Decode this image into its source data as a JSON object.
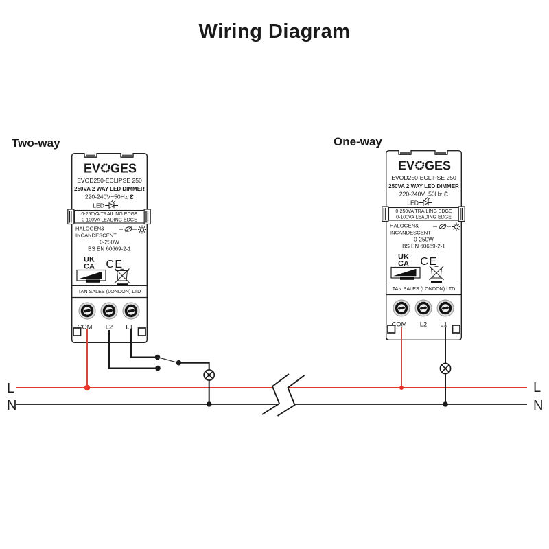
{
  "title": "Wiring Diagram",
  "sections": {
    "left_label": "Two-way",
    "right_label": "One-way"
  },
  "module": {
    "brand_prefix": "EV",
    "brand_suffix": "GES",
    "model": "EVOD250-ECLIPSE 250",
    "type_line": "250VA 2 WAY LED DIMMER",
    "voltage_line": "220-240V~50Hz",
    "energy_symbol": "Ɛ",
    "led_label": "LED",
    "load_box_line1": "0-250VA TRAILING EDGE",
    "load_box_line2": "0-100VA LEADING EDGE",
    "halogen_line1": "HALOGEN&",
    "halogen_line2": "INCANDESCENT",
    "wattage": "0-250W",
    "standard": "BS EN 60669-2-1",
    "ukca_line1": "UK",
    "ukca_line2": "CA",
    "ce_mark": "CE",
    "manufacturer": "TAN SALES (LONDON) LTD",
    "terminals": {
      "com": "COM",
      "l2": "L2",
      "l1": "L1"
    }
  },
  "bus": {
    "live_label_left": "L",
    "neutral_label_left": "N",
    "live_label_right": "L",
    "neutral_label_right": "N"
  },
  "colors": {
    "live": "#e8362a",
    "com_wire": "#d0493f",
    "black": "#1a1a1a"
  },
  "icons": {
    "brand_o": "dotted-ring",
    "led": "diode-with-arrows",
    "halogen": "capsule-lamp",
    "incandescent": "sun",
    "ukca": "UK-CA-stacked",
    "ce": "CE-letters",
    "dimmer_logo": "black-ramp-triangle-in-box",
    "weee": "crossed-out-wheelie-bin-with-bar",
    "lamp": "circle-with-x",
    "switch": "two-dots-with-lever",
    "wire_break": "double-zigzag"
  }
}
